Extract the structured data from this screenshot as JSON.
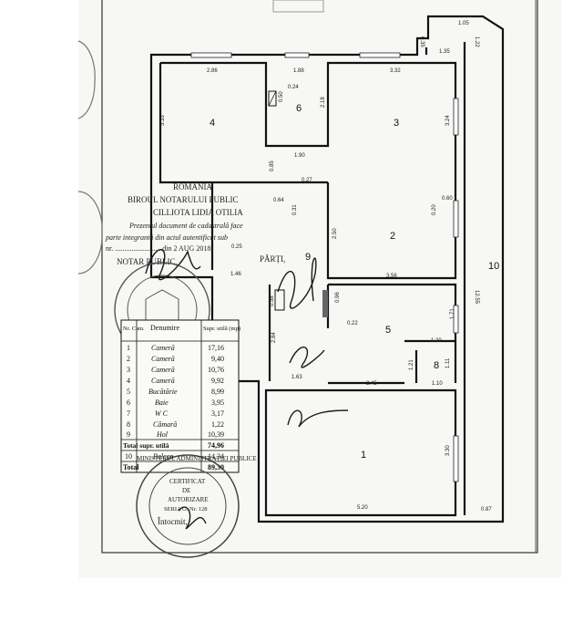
{
  "rooms": {
    "r1": "1",
    "r2": "2",
    "r3": "3",
    "r4": "4",
    "r5": "5",
    "r6": "6",
    "r8": "8",
    "r9": "9",
    "r10": "10"
  },
  "dimensions": {
    "d2_86": "2.86",
    "d1_88": "1.88",
    "d3_32": "3.32",
    "d1_05": "1.05",
    "d1_35": "1.35",
    "d1_22": "1.22",
    "d0_35": "0.35",
    "d3_33": "3.33",
    "d0_24": "0.24",
    "d0_50": "0.50",
    "d2_18": "2.18",
    "d3_24": "3.24",
    "d1_90": "1.90",
    "d0_85": "0.85",
    "d0_27": "0.27",
    "d0_64": "0.64",
    "d0_31": "0.31",
    "d0_60": "0.60",
    "d0_20": "0.20",
    "d2_50": "2.50",
    "d0_25": "0.25",
    "d1_46": "1.46",
    "d3_56": "3.56",
    "d12_55": "12.55",
    "d0_58": "0.58",
    "d0_96": "0.96",
    "d0_22": "0.22",
    "d1_71": "1.71",
    "d2_84": "2.84",
    "d1_20": "1.20",
    "d1_21": "1.21",
    "d1_11": "1.11",
    "d1_63": "1.63",
    "d2_45": "2.45",
    "d1_10": "1.10",
    "d3_30": "3.30",
    "d5_20": "5.20",
    "d0_87": "0.87"
  },
  "notary": {
    "line1": "ROMÂNIA",
    "line2": "BIROUL NOTARULUI PUBLIC",
    "line3": "CILLIOTA LIDIA OTILIA",
    "line4": "Prezentul document de cadastrală face",
    "line5": "parte integrantă din actul autentificat sub",
    "line6": "nr. ......................... din 2 AUG 2018",
    "line7": "NOTAR PUBLIC,",
    "parti": "PĂRȚI,"
  },
  "table": {
    "headers": [
      "Nr. Cam.",
      "Denumire",
      "Supr. utilă (mp)"
    ],
    "rows": [
      [
        "1",
        "Cameră",
        "17,16"
      ],
      [
        "2",
        "Cameră",
        "9,40"
      ],
      [
        "3",
        "Cameră",
        "10,76"
      ],
      [
        "4",
        "Cameră",
        "9,92"
      ],
      [
        "5",
        "Bucătărie",
        "8,99"
      ],
      [
        "6",
        "Baie",
        "3,95"
      ],
      [
        "7",
        "W C",
        "3,17"
      ],
      [
        "8",
        "Cămară",
        "1,22"
      ],
      [
        "9",
        "Hol",
        "10,39"
      ]
    ],
    "total_util_label": "Total supr. utilă",
    "total_util_value": "74,96",
    "balcon_nr": "10",
    "balcon_label": "Balcon",
    "balcon_value": "14,34",
    "total_label": "Total",
    "total_value": "89,30"
  },
  "certificate": {
    "ring": "MINISTERUL ADMINISTRAȚIEI PUBLICE",
    "center1": "CERTIFICAT",
    "center2": "DE",
    "center3": "AUTORIZARE",
    "center4": "SERIA G. Nr. 128",
    "intocmit": "Întocmit,"
  }
}
